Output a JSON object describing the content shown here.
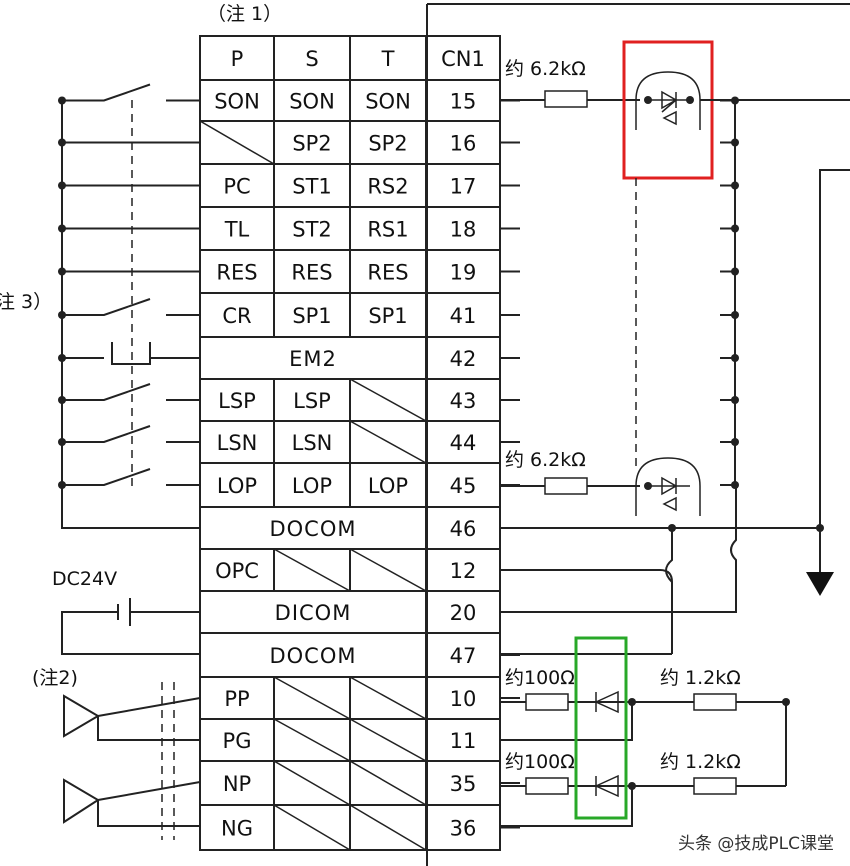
{
  "notes": {
    "top": "（注 1）",
    "left": "注 3）",
    "source": "(注2)"
  },
  "header": {
    "p": "P",
    "s": "S",
    "t": "T",
    "cn": "CN1"
  },
  "rows": [
    {
      "pin": "15",
      "p": "SON",
      "s": "SON",
      "t": "SON"
    },
    {
      "pin": "16",
      "p": "",
      "s": "SP2",
      "t": "SP2"
    },
    {
      "pin": "17",
      "p": "PC",
      "s": "ST1",
      "t": "RS2"
    },
    {
      "pin": "18",
      "p": "TL",
      "s": "ST2",
      "t": "RS1"
    },
    {
      "pin": "19",
      "p": "RES",
      "s": "RES",
      "t": "RES"
    },
    {
      "pin": "41",
      "p": "CR",
      "s": "SP1",
      "t": "SP1"
    },
    {
      "pin": "42",
      "merged": "EM2"
    },
    {
      "pin": "43",
      "p": "LSP",
      "s": "LSP",
      "t": ""
    },
    {
      "pin": "44",
      "p": "LSN",
      "s": "LSN",
      "t": ""
    },
    {
      "pin": "45",
      "p": "LOP",
      "s": "LOP",
      "t": "LOP"
    },
    {
      "pin": "46",
      "merged": "DOCOM"
    },
    {
      "pin": "12",
      "p": "OPC",
      "s": "",
      "t": ""
    },
    {
      "pin": "20",
      "merged": "DICOM"
    },
    {
      "pin": "47",
      "merged": "DOCOM"
    },
    {
      "pin": "10",
      "p": "PP",
      "s": "",
      "t": ""
    },
    {
      "pin": "11",
      "p": "PG",
      "s": "",
      "t": ""
    },
    {
      "pin": "35",
      "p": "NP",
      "s": "",
      "t": ""
    },
    {
      "pin": "36",
      "p": "NG",
      "s": "",
      "t": ""
    }
  ],
  "resistors": {
    "r1": "约 6.2kΩ",
    "r2": "约 6.2kΩ",
    "r3": "约100Ω",
    "r4": "约100Ω",
    "r5": "约 1.2kΩ",
    "r6": "约 1.2kΩ"
  },
  "supply": "DC24V",
  "watermark": "头条 @技成PLC课堂",
  "colors": {
    "highlight_red": "#e02020",
    "highlight_green": "#28a828",
    "line": "#222222"
  }
}
